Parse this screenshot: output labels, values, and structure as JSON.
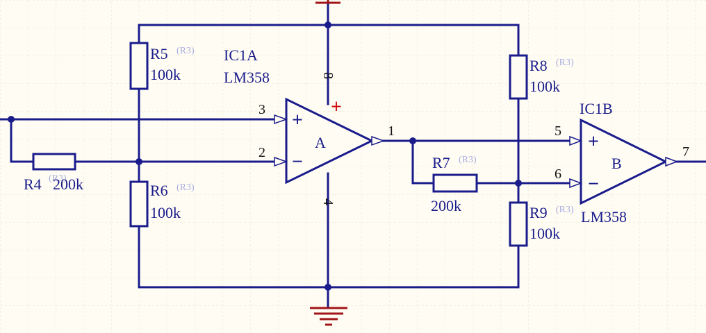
{
  "colors": {
    "background": "#fffdf3",
    "grid": "#e8e3cc",
    "wire": "#1a1c8c",
    "component_text": "#1a1c8c",
    "ghost_text": "#a9aee0",
    "pin_text": "#111111",
    "power_red": "#cc1111",
    "ground_red": "#a0141a"
  },
  "ic1a": {
    "designator": "IC1A",
    "part": "LM358",
    "unit": "A",
    "pins": {
      "noninv": "3",
      "inv": "2",
      "out": "1",
      "vplus": "8",
      "vminus": "4"
    },
    "plus": "+",
    "minus": "−",
    "power_mark": "+"
  },
  "ic1b": {
    "designator": "IC1B",
    "part": "LM358",
    "unit": "B",
    "pins": {
      "noninv": "5",
      "inv": "6",
      "out": "7"
    },
    "plus": "+",
    "minus": "−"
  },
  "resistors": {
    "r4": {
      "designator": "R4",
      "value": "200k",
      "ghost": "(R3)"
    },
    "r5": {
      "designator": "R5",
      "value": "100k",
      "ghost": "(R3)"
    },
    "r6": {
      "designator": "R6",
      "value": "100k",
      "ghost": "(R3)"
    },
    "r7": {
      "designator": "R7",
      "value": "200k",
      "ghost": "(R3)"
    },
    "r8": {
      "designator": "R8",
      "value": "100k",
      "ghost": "(R3)"
    },
    "r9": {
      "designator": "R9",
      "value": "100k",
      "ghost": "(R3)"
    }
  },
  "symbols": {
    "power": "power-port-icon",
    "ground": "ground-icon"
  }
}
